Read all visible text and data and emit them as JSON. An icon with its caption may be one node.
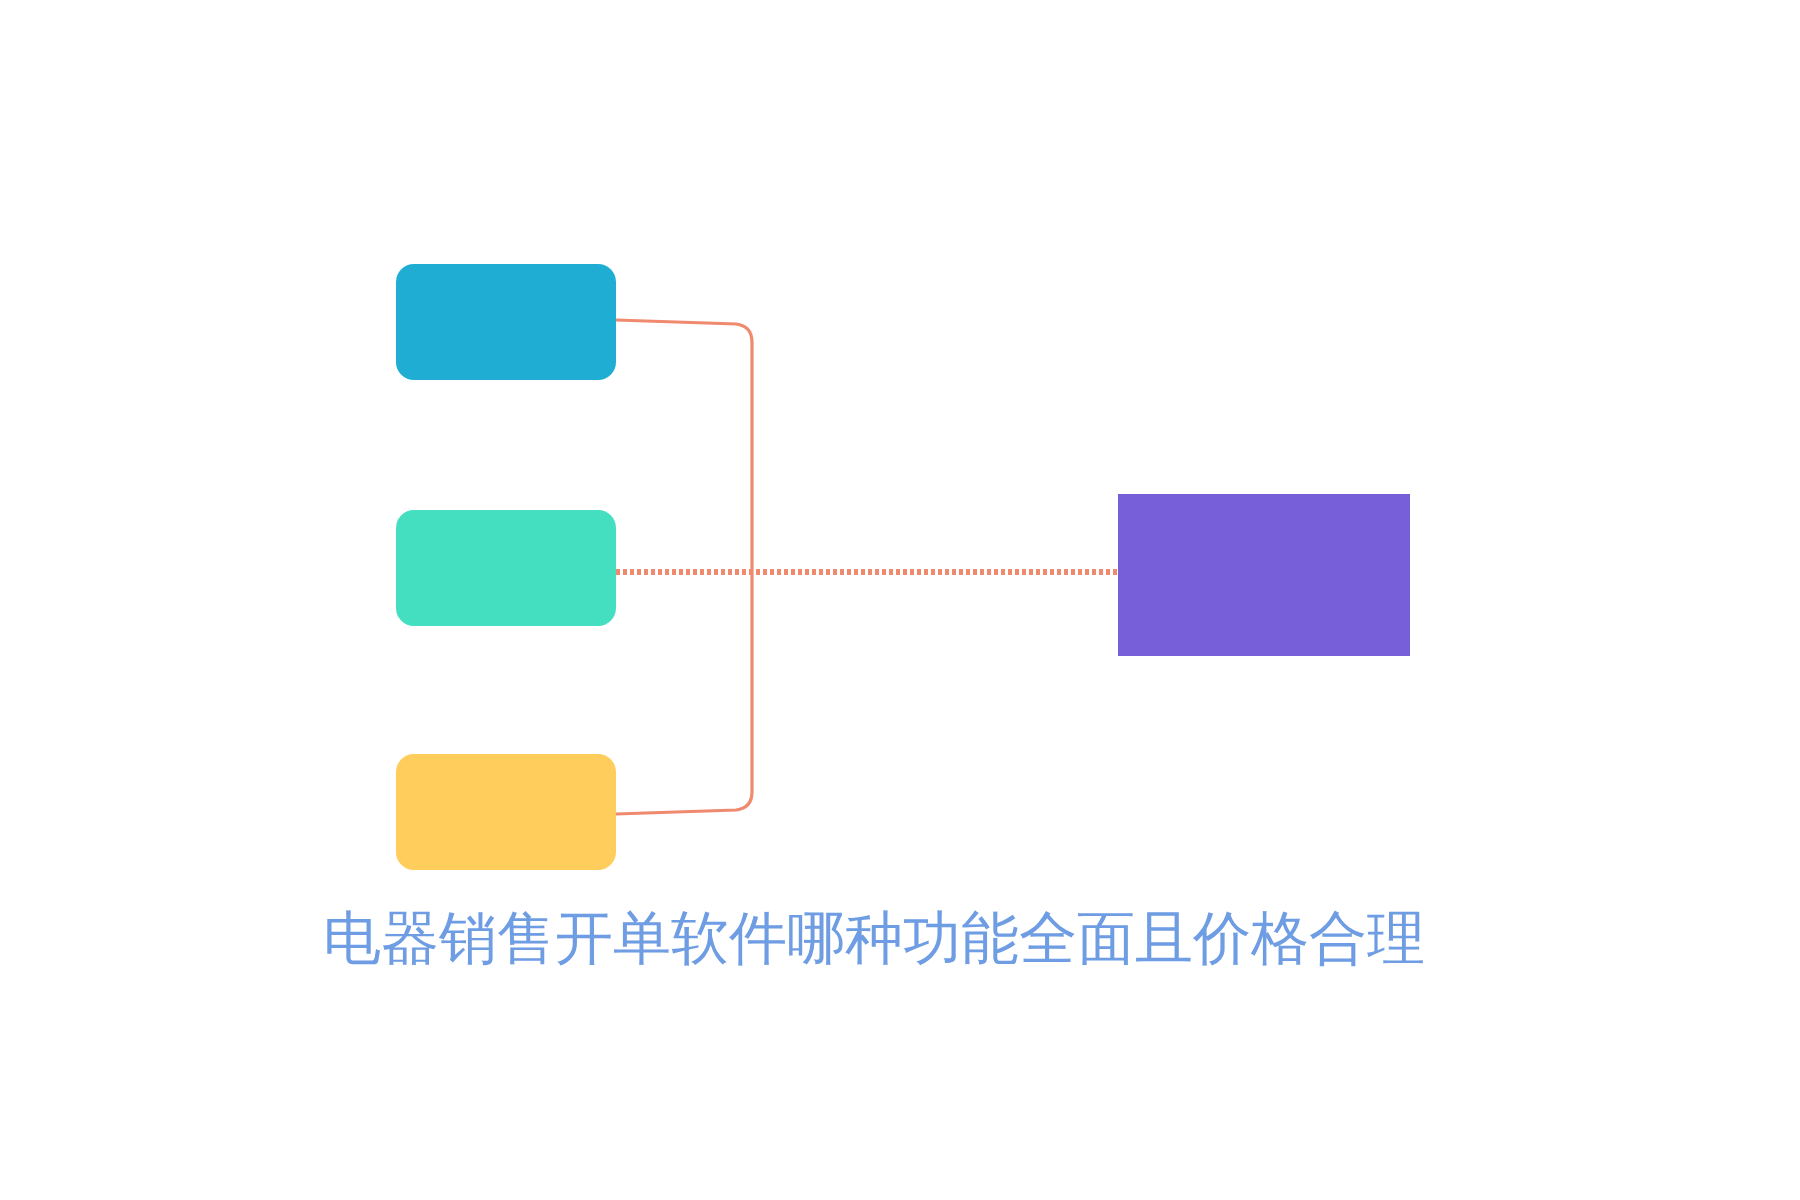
{
  "diagram": {
    "title": "电器销售开单软件哪种功能全面且价格合理",
    "nodes": [
      {
        "text": [],
        "shape": "box"
      },
      {
        "text": [],
        "shape": "box"
      },
      {
        "text": [],
        "shape": "box"
      },
      {
        "text": [],
        "shape": "box"
      }
    ],
    "edges": [
      {
        "from": 0,
        "to": 2,
        "arrow": "none"
      },
      {
        "from": 1,
        "to": 3,
        "arrow": "none",
        "style": "dashed"
      }
    ]
  }
}
